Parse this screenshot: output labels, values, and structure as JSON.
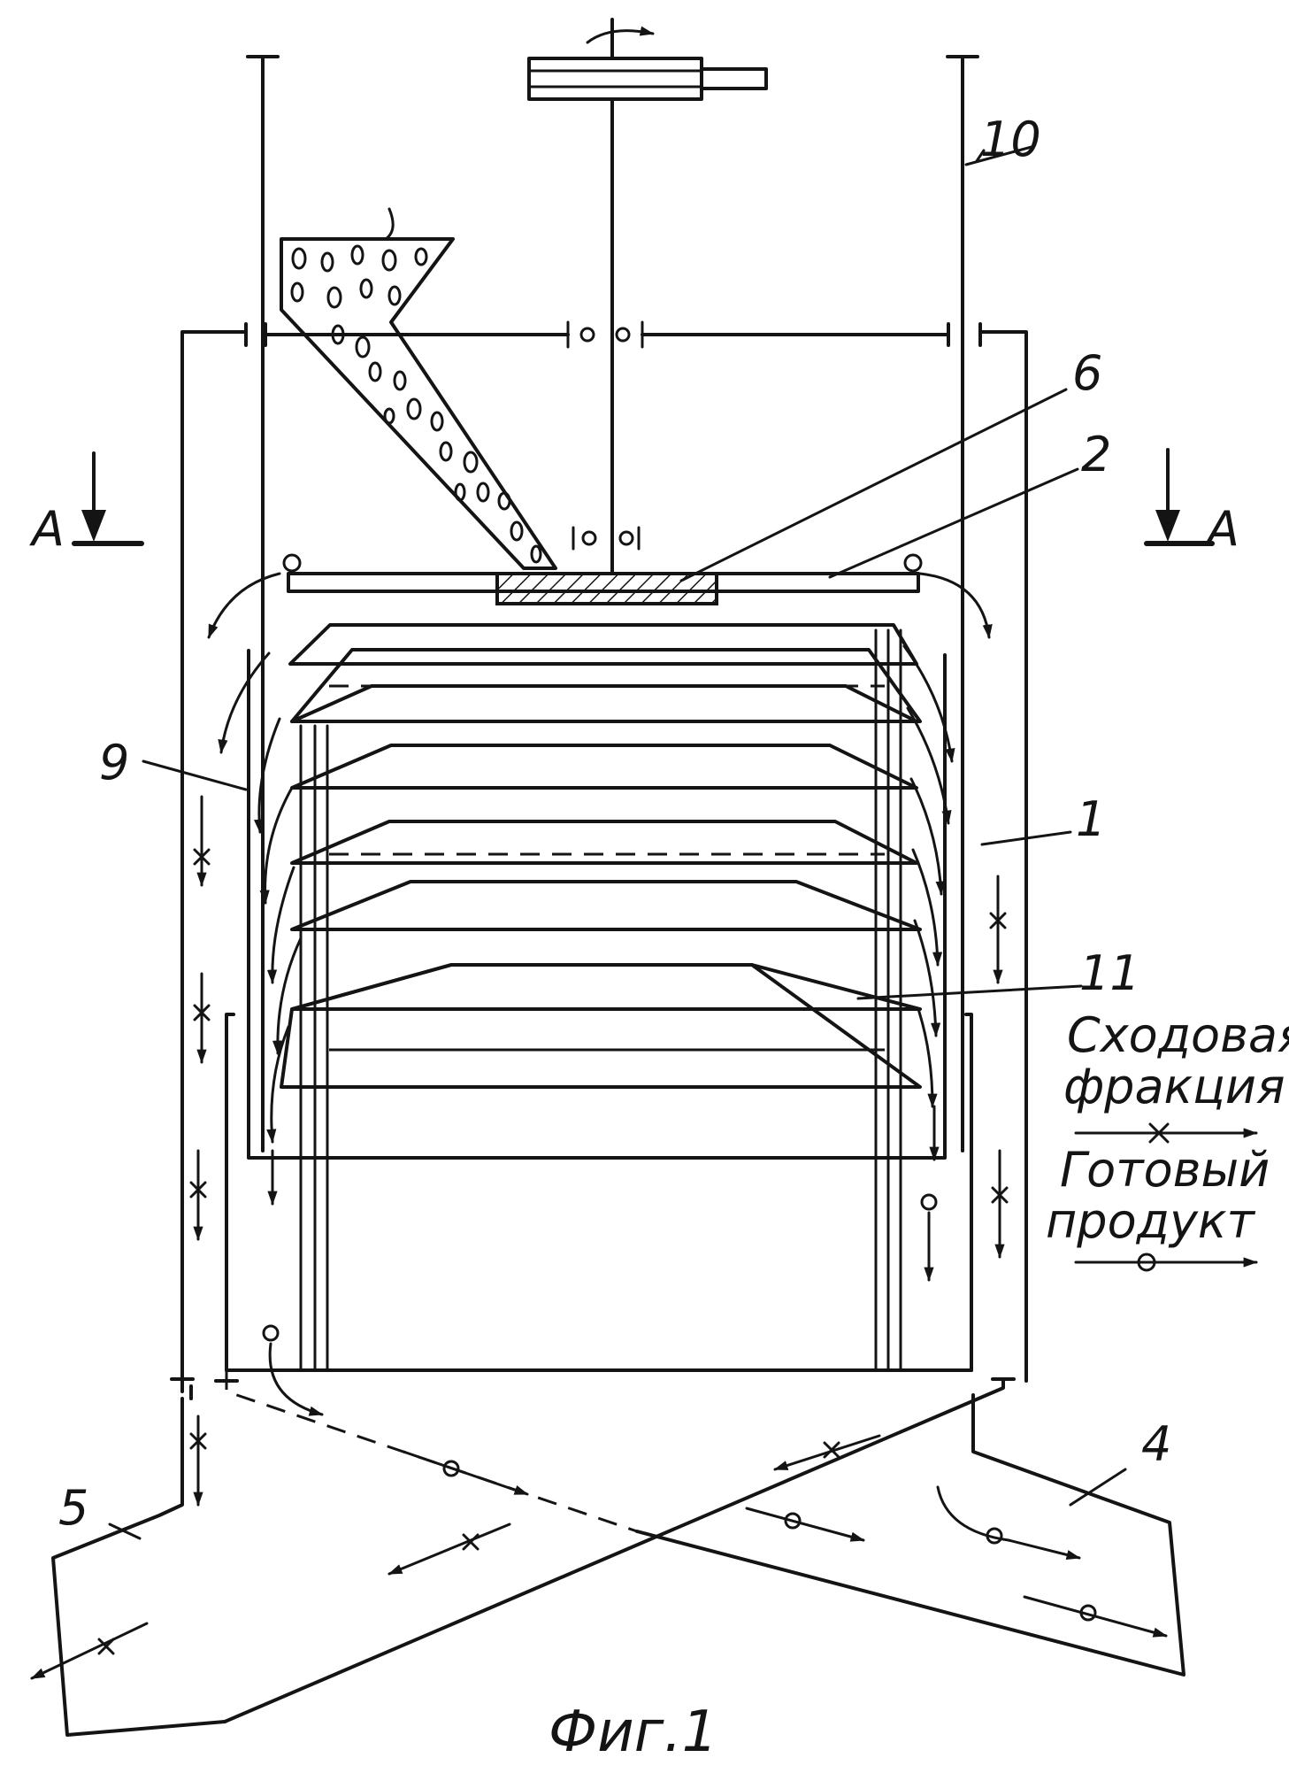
{
  "labels": {
    "n1": "1",
    "n2": "2",
    "n4": "4",
    "n5": "5",
    "n6": "6",
    "n9": "9",
    "n10": "10",
    "n11": "11",
    "section_left": "A",
    "section_right": "A"
  },
  "legend": {
    "reject_line1": "Сходовая",
    "reject_line2": "фракция",
    "product_line1": "Готовый",
    "product_line2": "продукт"
  },
  "caption": "Фиг.1",
  "colors": {
    "ink": "#141414",
    "paper": "#ffffff"
  }
}
